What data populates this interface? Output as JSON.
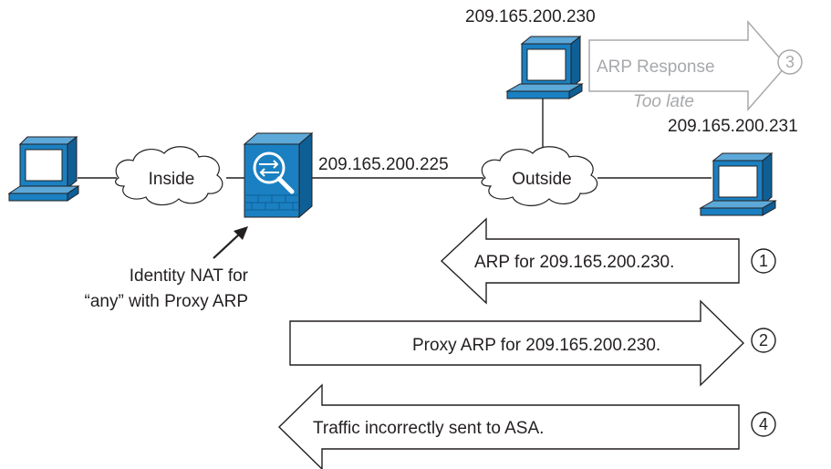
{
  "hosts": {
    "top_ip": "209.165.200.230",
    "right_ip": "209.165.200.231"
  },
  "asa": {
    "outside_ip": "209.165.200.225",
    "callout_line1": "Identity NAT for",
    "callout_line2": "“any” with Proxy ARP"
  },
  "clouds": {
    "inside": "Inside",
    "outside": "Outside"
  },
  "steps": [
    {
      "number": "1",
      "label": "ARP for 209.165.200.230."
    },
    {
      "number": "2",
      "label": "Proxy ARP for 209.165.200.230."
    },
    {
      "number": "3",
      "label": "ARP Response",
      "note": "Too late"
    },
    {
      "number": "4",
      "label": "Traffic incorrectly sent to ASA."
    }
  ],
  "colors": {
    "device_blue": "#1a80c2",
    "line": "#231f20",
    "muted": "#a7a9ac"
  }
}
